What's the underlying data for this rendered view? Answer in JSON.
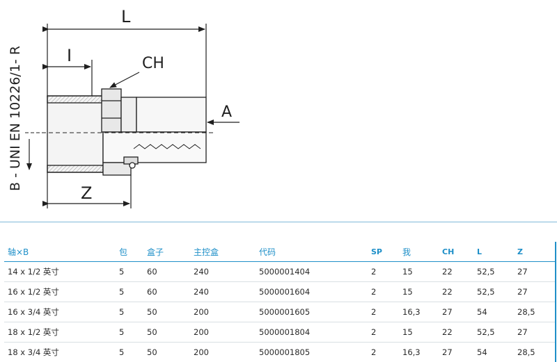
{
  "drawing": {
    "dim_L": "L",
    "dim_I": "I",
    "dim_CH": "CH",
    "dim_A": "A",
    "dim_Z": "Z",
    "standard_label": "B - UNI EN 10226/1- R"
  },
  "table": {
    "headers": [
      "轴×B",
      "包",
      "盒子",
      "主控盒",
      "代码",
      "SP",
      "我",
      "CH",
      "L",
      "Z"
    ],
    "rows": [
      [
        "14 x 1/2 英寸",
        "5",
        "60",
        "240",
        "5000001404",
        "2",
        "15",
        "22",
        "52,5",
        "27"
      ],
      [
        "16 x 1/2 英寸",
        "5",
        "60",
        "240",
        "5000001604",
        "2",
        "15",
        "22",
        "52,5",
        "27"
      ],
      [
        "16 x 3/4 英寸",
        "5",
        "50",
        "200",
        "5000001605",
        "2",
        "16,3",
        "27",
        "54",
        "28,5"
      ],
      [
        "18 x 1/2 英寸",
        "5",
        "50",
        "200",
        "5000001804",
        "2",
        "15",
        "22",
        "52,5",
        "27"
      ],
      [
        "18 x 3/4 英寸",
        "5",
        "50",
        "200",
        "5000001805",
        "2",
        "16,3",
        "27",
        "54",
        "28,5"
      ]
    ]
  },
  "colors": {
    "accent": "#1e8fc8",
    "line": "#1f1f1f"
  }
}
